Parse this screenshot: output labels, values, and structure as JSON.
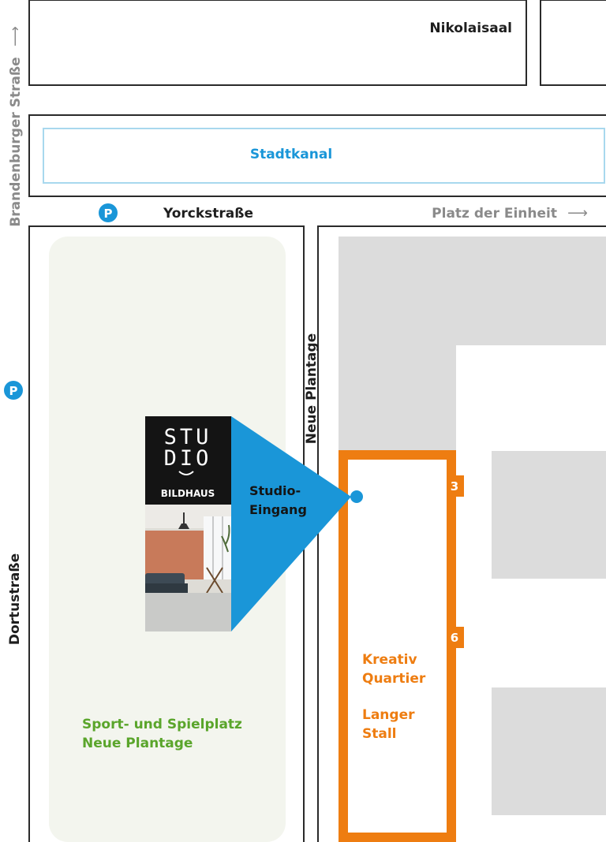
{
  "colors": {
    "street_outline": "#2a2a2a",
    "park": "#f3f5ee",
    "building_grey": "#dcdcdc",
    "water_outline": "#a8d8ee",
    "accent_blue": "#1a96d8",
    "quartier_orange": "#ee7d11",
    "park_green": "#5aa52b",
    "label_dark": "#1e1e1e",
    "label_grey": "#8a8a8a",
    "studio_black": "#141414"
  },
  "streets": {
    "nikolaisaal": "Nikolaisaal",
    "brandenburger": "Brandenburger Straße",
    "stadtkanal": "Stadtkanal",
    "yorckstrasse": "Yorckstraße",
    "platz_der_einheit": "Platz der Einheit",
    "neue_plantage": "Neue Plantage",
    "dortustrasse": "Dortustraße"
  },
  "arrows": {
    "brandenburger": "⟶",
    "platz_der_einheit": "⟶"
  },
  "parking": {
    "symbol": "P",
    "icon": "parking-icon"
  },
  "park": {
    "line1": "Sport- und Spielplatz",
    "line2": "Neue Plantage"
  },
  "studio": {
    "logo_line1": "STU",
    "logo_line2": "DIO",
    "name": "BILDHAUS",
    "entrance_line1": "Studio-",
    "entrance_line2": "Eingang",
    "photo_icon": "studio-interior-photo"
  },
  "quartier": {
    "line1": "Kreativ",
    "line2": "Quartier",
    "line3": "Langer",
    "line4": "Stall",
    "door_3": "3",
    "door_6": "6"
  }
}
